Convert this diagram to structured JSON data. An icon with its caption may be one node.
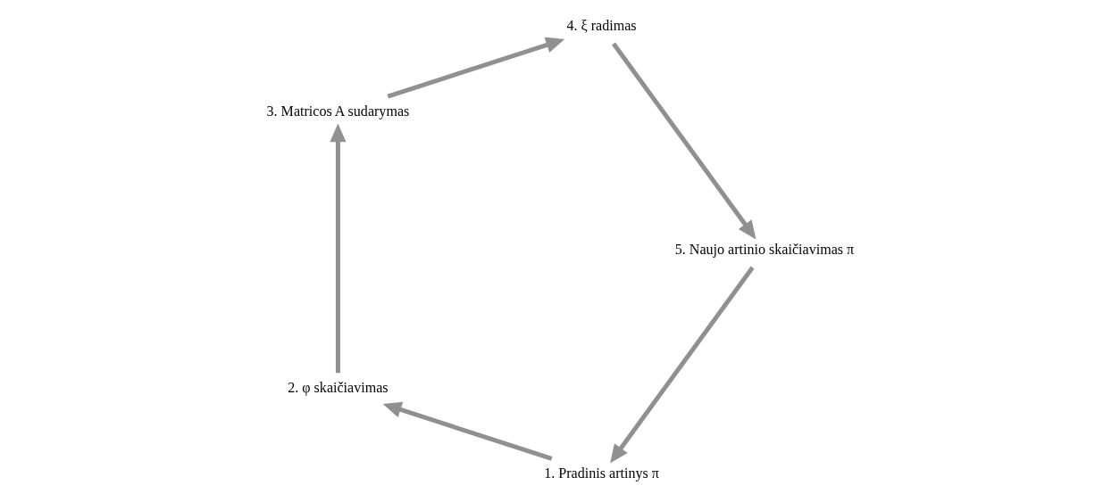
{
  "diagram": {
    "nodes": [
      {
        "text": [
          "1. Pradinis artinys π"
        ]
      },
      {
        "text": [
          "2. φ skaičiavimas"
        ]
      },
      {
        "text": [
          "3. Matricos A sudarymas"
        ]
      },
      {
        "text": [
          "4. ξ radimas"
        ]
      },
      {
        "text": [
          "5. Naujo artinio skaičiavimas π"
        ]
      }
    ],
    "edges": [
      {
        "from": 0,
        "to": 1,
        "arrow": "to"
      },
      {
        "from": 1,
        "to": 2,
        "arrow": "to"
      },
      {
        "from": 2,
        "to": 3,
        "arrow": "to"
      },
      {
        "from": 3,
        "to": 4,
        "arrow": "to"
      },
      {
        "from": 4,
        "to": 0,
        "arrow": "to"
      }
    ]
  }
}
